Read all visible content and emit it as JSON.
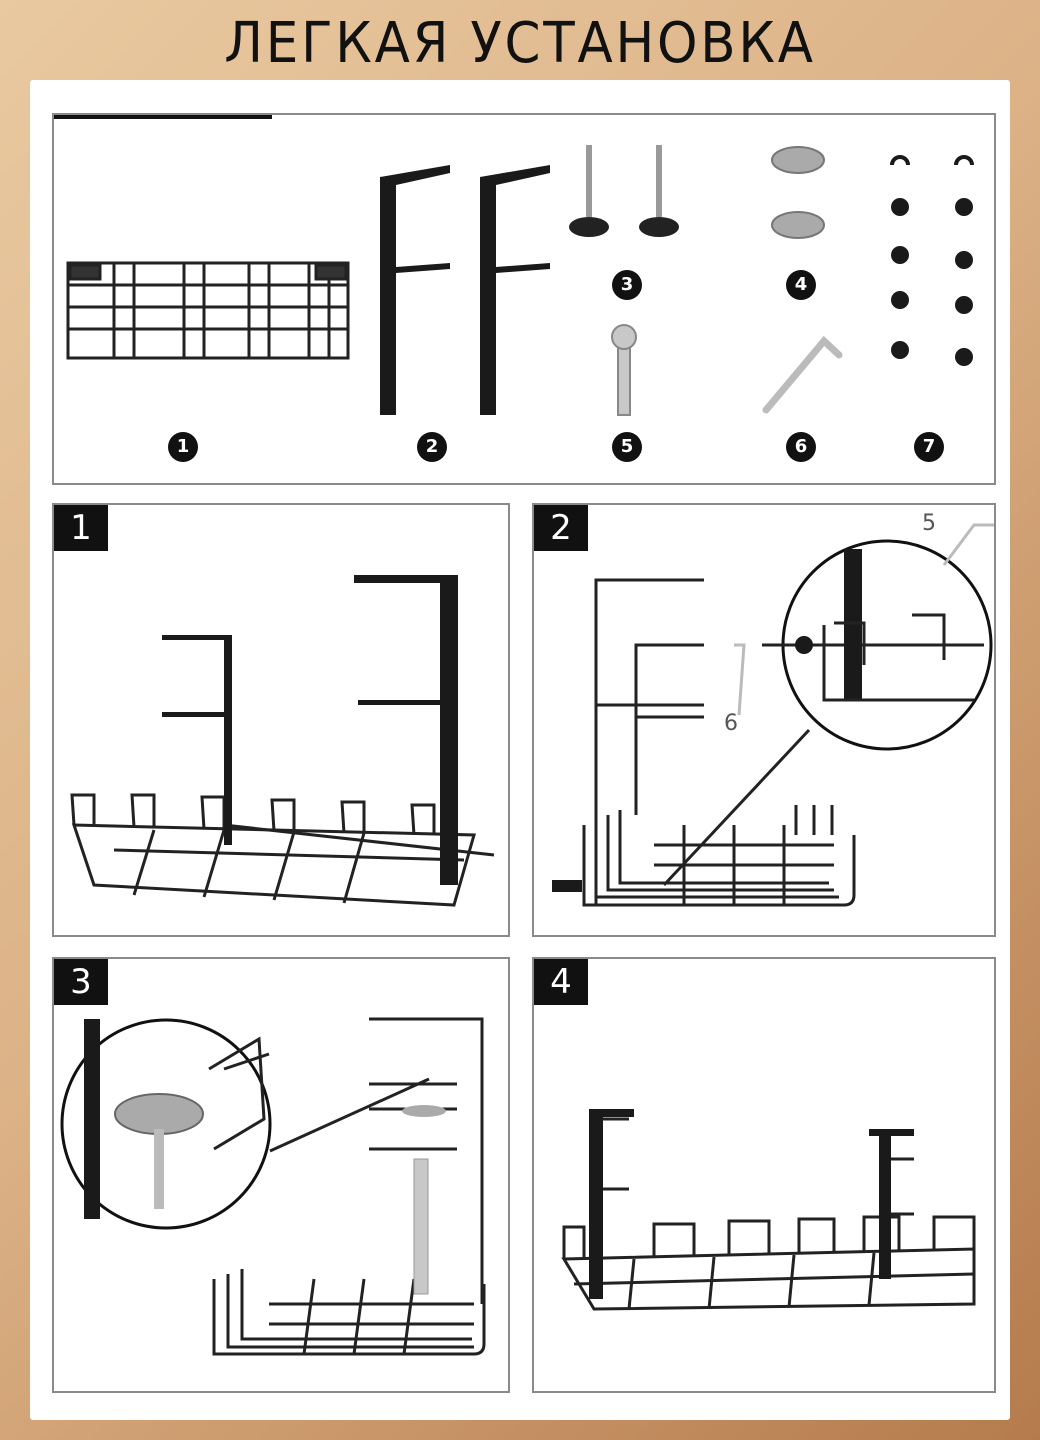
{
  "title": "ЛЕГКАЯ УСТАНОВКА",
  "parts": {
    "labels": [
      "1",
      "2",
      "3",
      "4",
      "5",
      "6",
      "7"
    ]
  },
  "steps": [
    {
      "number": "1"
    },
    {
      "number": "2",
      "callouts": [
        "5",
        "6"
      ]
    },
    {
      "number": "3"
    },
    {
      "number": "4"
    }
  ]
}
